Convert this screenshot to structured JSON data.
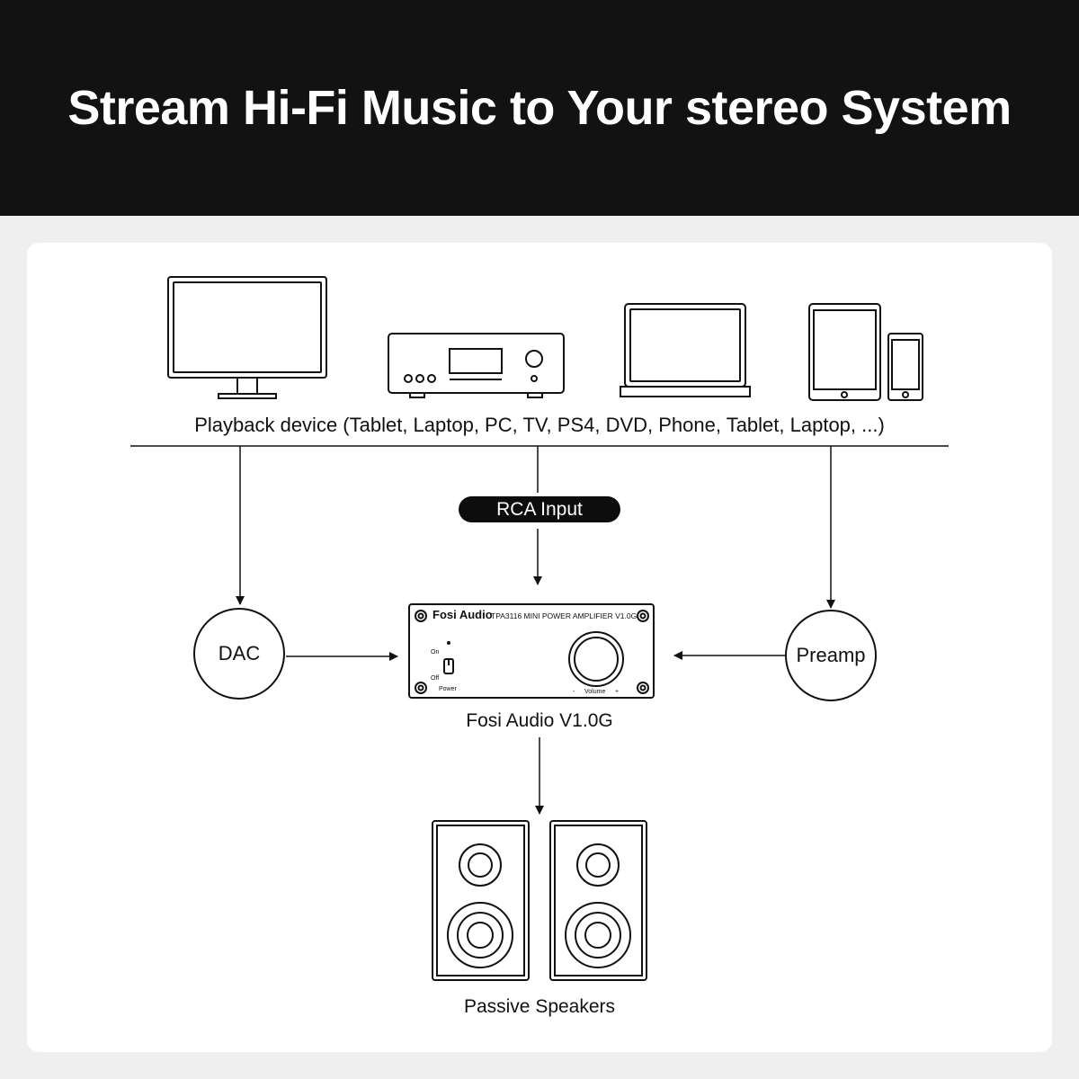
{
  "header": {
    "title": "Stream Hi-Fi Music to Your stereo System"
  },
  "playback": {
    "label": "Playback device (Tablet, Laptop, PC, TV, PS4, DVD, Phone, Tablet, Laptop, ...)"
  },
  "rca": {
    "label": "RCA Input"
  },
  "dac": {
    "label": "DAC"
  },
  "preamp": {
    "label": "Preamp"
  },
  "amplifier": {
    "caption": "Fosi Audio V1.0G",
    "brand": "Fosi Audio",
    "model": "TPA3116 MINI POWER AMPLIFIER V1.0G",
    "on_label": "On",
    "off_label": "Off",
    "power_label": "Power",
    "volume_label": "Volume",
    "minus_label": "-",
    "plus_label": "+"
  },
  "speakers": {
    "caption": "Passive Speakers"
  },
  "icons": [
    "monitor-icon",
    "cd-player-icon",
    "laptop-icon",
    "tablet-icon",
    "phone-icon",
    "speaker-icon"
  ]
}
